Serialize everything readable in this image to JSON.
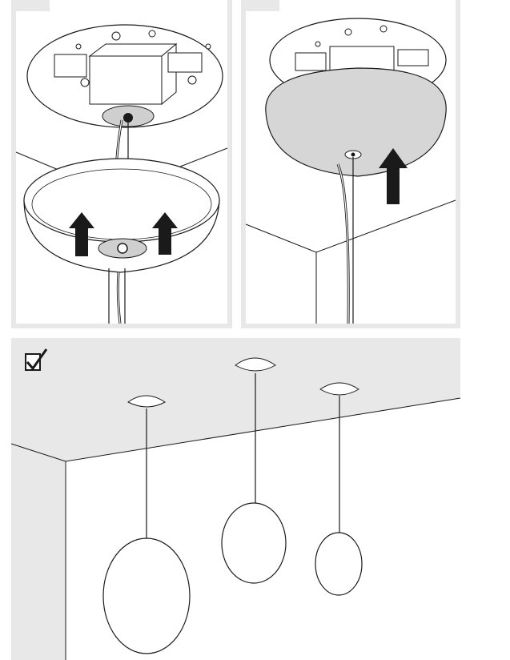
{
  "figure": {
    "steps": [
      {
        "name": "step-1-raise-shade"
      },
      {
        "name": "step-2-canopy-pushed-up"
      }
    ],
    "result": {
      "name": "finished-installation",
      "check_icon": "checkmark-box-icon"
    },
    "colors": {
      "panel_bg": "#e8e8e8",
      "line": "#1a1a1a",
      "canopy_fill": "#d6d6d6",
      "arrow": "#1a1a1a",
      "globe_fill": "#ffffff"
    }
  }
}
